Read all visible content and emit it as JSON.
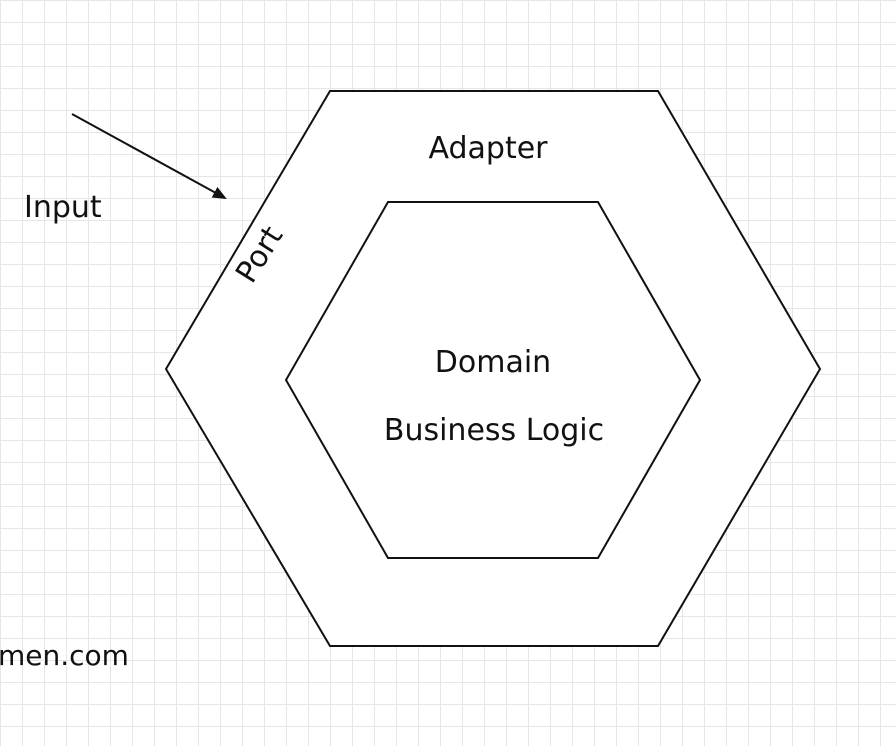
{
  "diagram": {
    "input_label": "Input",
    "port_label": "Port",
    "adapter_label": "Adapter",
    "domain_label": "Domain",
    "business_logic_label": "Business Logic",
    "watermark": "men.com"
  },
  "colors": {
    "stroke": "#111111",
    "background": "#ffffff",
    "grid": "#e6e6e6"
  }
}
